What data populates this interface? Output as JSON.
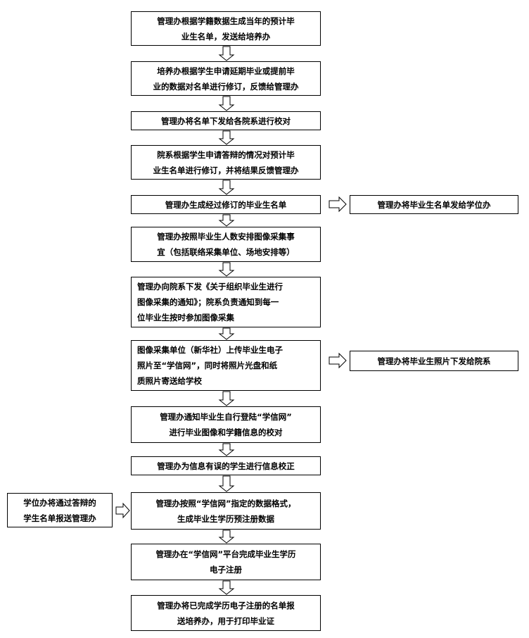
{
  "steps": [
    "管理办根据学籍数据生成当年的预计毕\n业生名单，发送给培养办",
    "培养办根据学生申请延期毕业或提前毕\n业的数据对名单进行修订，反馈给管理办",
    "管理办将名单下发给各院系进行校对",
    "院系根据学生申请答辩的情况对预计毕\n业生名单进行修订，并将结果反馈管理办",
    "管理办生成经过修订的毕业生名单",
    "管理办按照毕业生人数安排图像采集事\n宜（包括联络采集单位、场地安排等）",
    "管理办向院系下发《关于组织毕业生进行\n图像采集的通知》；院系负责通知到每一\n位毕业生按时参加图像采集",
    "图像采集单位（新华社）上传毕业生电子\n照片至“学信网”，同时将照片光盘和纸\n质照片寄送给学校",
    "管理办通知毕业生自行登陆“学信网”\n进行毕业图像和学籍信息的校对",
    "管理办为信息有误的学生进行信息校正",
    "管理办按照“学信网”指定的数据格式，\n生成毕业生学历预注册数据",
    "管理办在“学信网”平台完成毕业生学历\n电子注册",
    "管理办将已完成学历电子注册的名单报\n送培养办，用于打印毕业证"
  ],
  "side": {
    "to_degree_office": "管理办将毕业生名单发给学位办",
    "photos_to_depts": "管理办将毕业生照片下发给院系",
    "degree_office_list": "学位办将通过答辩的\n学生名单报送管理办"
  }
}
